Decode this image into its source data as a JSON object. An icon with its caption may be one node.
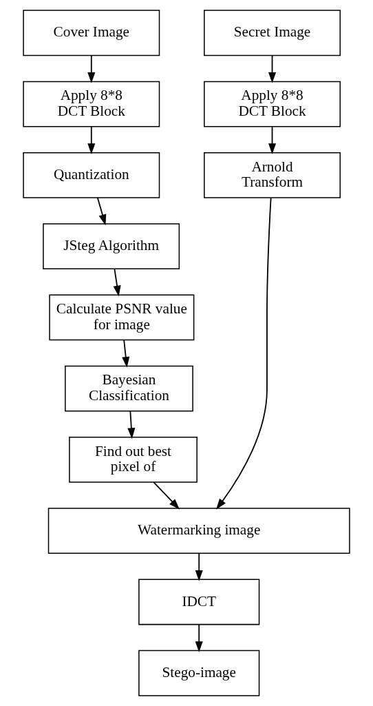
{
  "diagram": {
    "nodes": [
      {
        "text": [
          "Cover Image"
        ]
      },
      {
        "text": [
          "Secret Image"
        ]
      },
      {
        "text": [
          "Apply 8*8 DCT Block"
        ]
      },
      {
        "text": [
          "Apply 8*8 DCT Block"
        ]
      },
      {
        "text": [
          "Quantization"
        ]
      },
      {
        "text": [
          "Arnold Transform"
        ]
      },
      {
        "text": [
          "JSteg Algorithm"
        ]
      },
      {
        "text": [
          "Calculate PSNR value for image"
        ]
      },
      {
        "text": [
          "Bayesian Classification"
        ]
      },
      {
        "text": [
          "Find out best pixel of"
        ]
      },
      {
        "text": [
          "Watermarking image"
        ]
      },
      {
        "text": [
          "IDCT"
        ]
      },
      {
        "text": [
          "Stego-image"
        ]
      }
    ],
    "edges": [
      {
        "from": 0,
        "to": 2,
        "arrow": "to"
      },
      {
        "from": 1,
        "to": 3,
        "arrow": "to"
      },
      {
        "from": 2,
        "to": 4,
        "arrow": "to"
      },
      {
        "from": 3,
        "to": 5,
        "arrow": "to"
      },
      {
        "from": 4,
        "to": 6,
        "arrow": "to"
      },
      {
        "from": 6,
        "to": 7,
        "arrow": "to"
      },
      {
        "from": 7,
        "to": 8,
        "arrow": "to"
      },
      {
        "from": 8,
        "to": 9,
        "arrow": "to"
      },
      {
        "from": 9,
        "to": 10,
        "arrow": "to"
      },
      {
        "from": 5,
        "to": 10,
        "arrow": "to"
      },
      {
        "from": 10,
        "to": 11,
        "arrow": "to"
      },
      {
        "from": 11,
        "to": 12,
        "arrow": "to"
      }
    ]
  }
}
